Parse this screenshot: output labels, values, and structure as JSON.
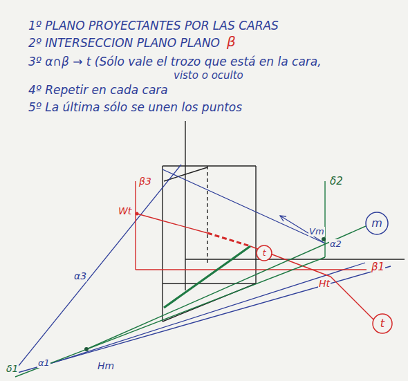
{
  "diagram": {
    "nodes": [
      {
        "text": [
          "m"
        ]
      },
      {
        "text": [
          "t"
        ]
      },
      {
        "text": [
          "t"
        ]
      }
    ],
    "labels": [
      "1º PLANO PROYECTANTES POR LAS CARAS",
      "2º INTERSECCION PLANO PLANO",
      "β",
      "3º α∩β → t (Sólo vale el trozo que está en la cara,",
      "visto o oculto",
      "4º Repetir en cada cara",
      "5º La última sólo se unen los puntos",
      "β3",
      "Wt",
      "δ2",
      "Vm",
      "α2",
      "α3",
      "β1",
      "Ht",
      "δ1",
      "α1",
      "Hm"
    ]
  }
}
